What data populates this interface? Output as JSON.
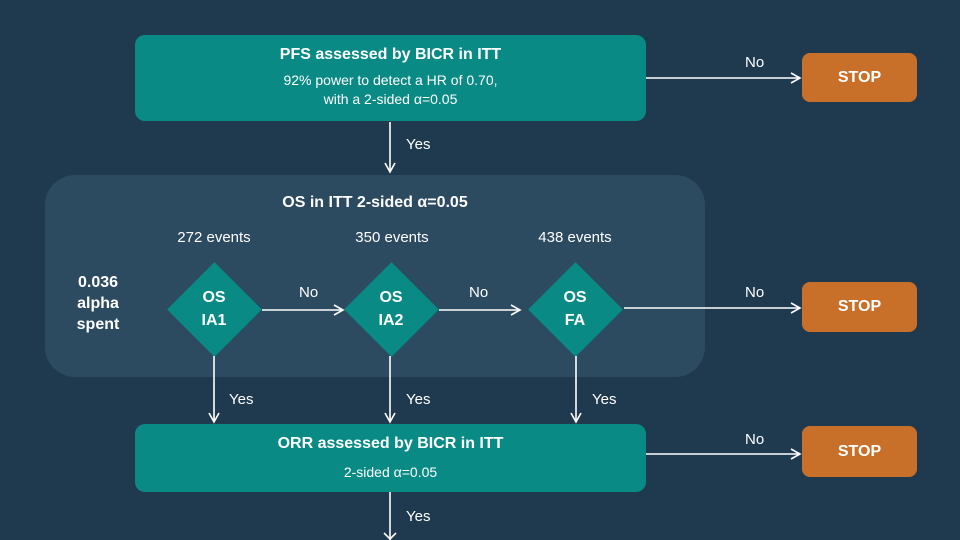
{
  "pfs_box": {
    "title": "PFS assessed by BICR in ITT",
    "line1": "92% power to detect a HR of 0.70,",
    "line2": "with a 2-sided α=0.05"
  },
  "os_panel": {
    "title": "OS in ITT 2-sided α=0.05",
    "alpha_line1": "0.036",
    "alpha_line2": "alpha",
    "alpha_line3": "spent",
    "events": [
      "272 events",
      "350 events",
      "438 events"
    ],
    "nodes": [
      {
        "line1": "OS",
        "line2": "IA1"
      },
      {
        "line1": "OS",
        "line2": "IA2"
      },
      {
        "line1": "OS",
        "line2": "FA"
      }
    ]
  },
  "orr_box": {
    "title": "ORR assessed by BICR in ITT",
    "line1": "2-sided α=0.05"
  },
  "stop_label": "STOP",
  "yes_label": "Yes",
  "no_label": "No",
  "colors": {
    "background": "#1f3a4f",
    "panel": "#2c4a60",
    "teal": "#0a8a85",
    "stop": "#c8702a"
  }
}
